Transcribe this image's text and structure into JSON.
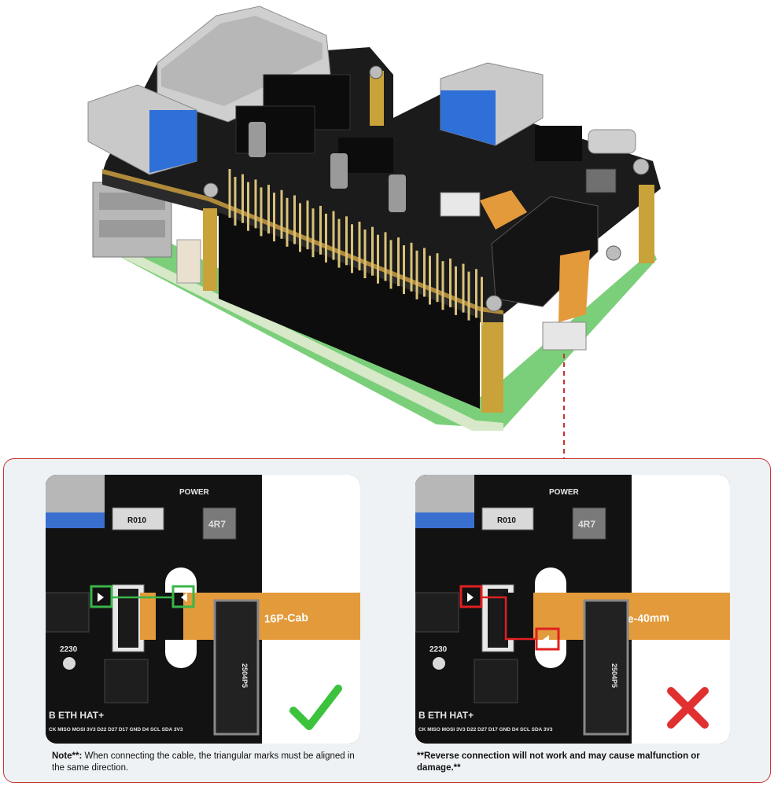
{
  "board": {
    "power_label": "POWER",
    "r010_label": "R010",
    "inductor_label": "4R7",
    "chip_label": "2230",
    "connector_code": "2504P5",
    "hat_name": "B ETH HAT+",
    "pin_row": "CK MISO MOSI 3V3  D22  D27 D17  GND  D4  SCL  SDA  3V3"
  },
  "left_panel": {
    "cable_text": "16P-Cab",
    "result_icon": "check-icon",
    "result_color": "#3cc23c",
    "marker_color": "#3ab54a"
  },
  "right_panel": {
    "cable_text": "e-40mm",
    "result_icon": "cross-icon",
    "result_color": "#e03030",
    "marker_color": "#e02020"
  },
  "notes": {
    "left_prefix": "Note**:",
    "left_body": " When connecting the cable, the triangular marks must be aligned in the same direction.",
    "right": "**Reverse connection will not work and may cause malfunction or damage.**"
  },
  "colors": {
    "pcb_black": "#111111",
    "pcb_green": "#7ccf7a",
    "ribbon_orange": "#e39a3a",
    "standoff_brass": "#c9a23a",
    "frame_red": "#c8332e",
    "dashed_line": "#c8332e"
  }
}
